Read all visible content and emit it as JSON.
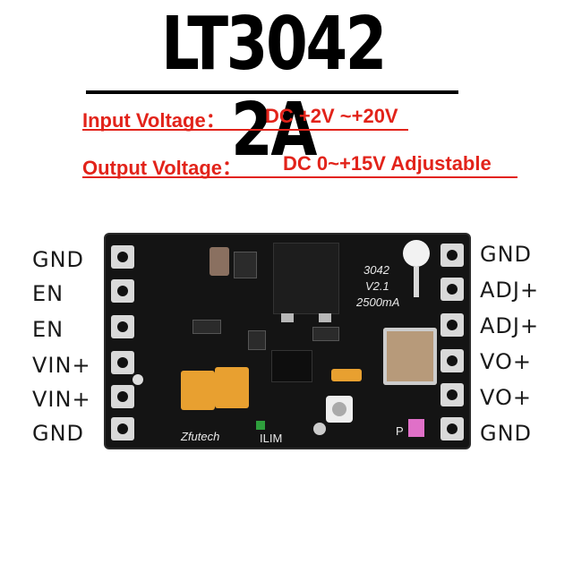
{
  "title": "LT3042 2A",
  "specs": {
    "input_label": "Input Voltage：",
    "input_value": "DC +2V ~+20V",
    "output_label": "Output Voltage：",
    "output_value": "DC 0~+15V Adjustable"
  },
  "pins_left": [
    "GND",
    "EN",
    "EN",
    "VIN+",
    "VIN+",
    "GND"
  ],
  "pins_right": [
    "GND",
    "ADJ+",
    "ADJ+",
    "VO+",
    "VO+",
    "GND"
  ],
  "board": {
    "model": "3042",
    "version": "V2.1",
    "current": "2500mA",
    "brand": "Zfutech",
    "ilim": "ILIM",
    "p_mark": "P"
  },
  "colors": {
    "spec_red": "#e2231a",
    "pcb_black": "#141414",
    "tantalum": "#e8a030",
    "ceramic": "#b79a7a"
  }
}
